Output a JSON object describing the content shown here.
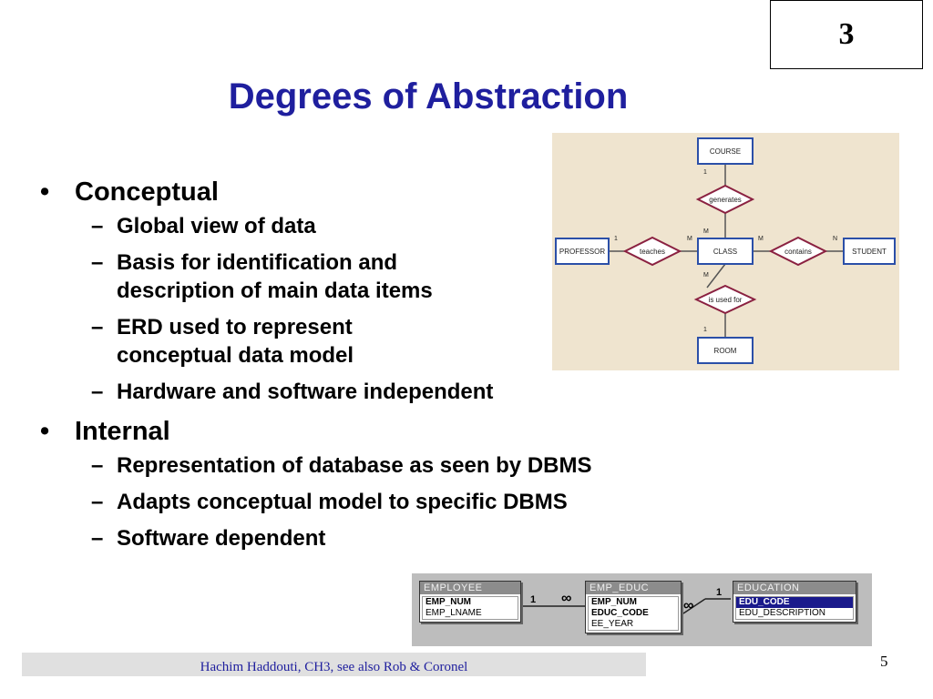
{
  "chapter_number": "3",
  "title": "Degrees of Abstraction",
  "bullets": [
    {
      "label": "Conceptual",
      "items": [
        "Global view of data",
        "Basis for identification and",
        "description of main data items",
        "ERD used to represent",
        "conceptual data model",
        "Hardware and software independent"
      ]
    },
    {
      "label": "Internal",
      "items": [
        "Representation of database as seen by DBMS",
        "Adapts conceptual model to specific DBMS",
        "Software dependent"
      ]
    }
  ],
  "erd": {
    "entities": [
      "COURSE",
      "PROFESSOR",
      "CLASS",
      "STUDENT",
      "ROOM"
    ],
    "relationships": [
      "generates",
      "teaches",
      "contains",
      "is used for"
    ],
    "cardinalities": [
      "1",
      "M",
      "1",
      "M",
      "M",
      "N",
      "M",
      "1"
    ]
  },
  "relational": {
    "tables": [
      {
        "name": "EMPLOYEE",
        "fields": [
          "EMP_NUM",
          "EMP_LNAME"
        ]
      },
      {
        "name": "EMP_EDUC",
        "fields": [
          "EMP_NUM",
          "EDUC_CODE",
          "EE_YEAR"
        ]
      },
      {
        "name": "EDUCATION",
        "fields": [
          "EDU_CODE",
          "EDU_DESCRIPTION"
        ]
      }
    ],
    "links": [
      "1",
      "∞",
      "∞",
      "1"
    ]
  },
  "footer": "Hachim Haddouti, CH3, see also Rob & Coronel",
  "page_number": "5"
}
